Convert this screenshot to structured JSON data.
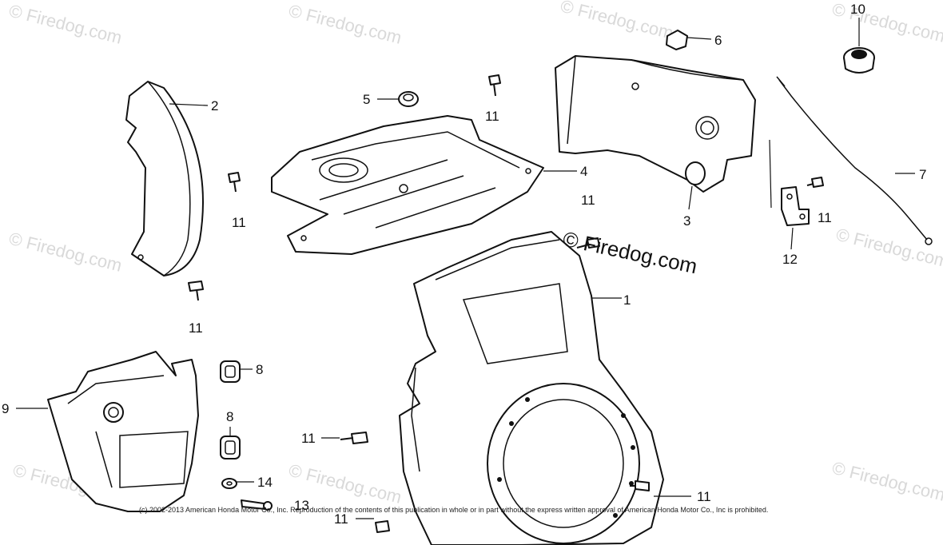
{
  "watermark": "© Firedog.com",
  "watermark_center": "© Firedog.com",
  "copyright": "(c) 2002-2013 American Honda Motor Co., Inc. Reproduction of the contents of this publication in whole or in part without the express written approval of American Honda Motor Co., Inc is prohibited.",
  "callouts": {
    "c1": "1",
    "c2": "2",
    "c3": "3",
    "c4": "4",
    "c5": "5",
    "c6": "6",
    "c7": "7",
    "c8a": "8",
    "c8b": "8",
    "c9": "9",
    "c10": "10",
    "c11a": "11",
    "c11b": "11",
    "c11c": "11",
    "c11d": "11",
    "c11e": "11",
    "c11f": "11",
    "c11g": "11",
    "c11h": "11",
    "c12": "12",
    "c13": "13",
    "c14": "14"
  }
}
